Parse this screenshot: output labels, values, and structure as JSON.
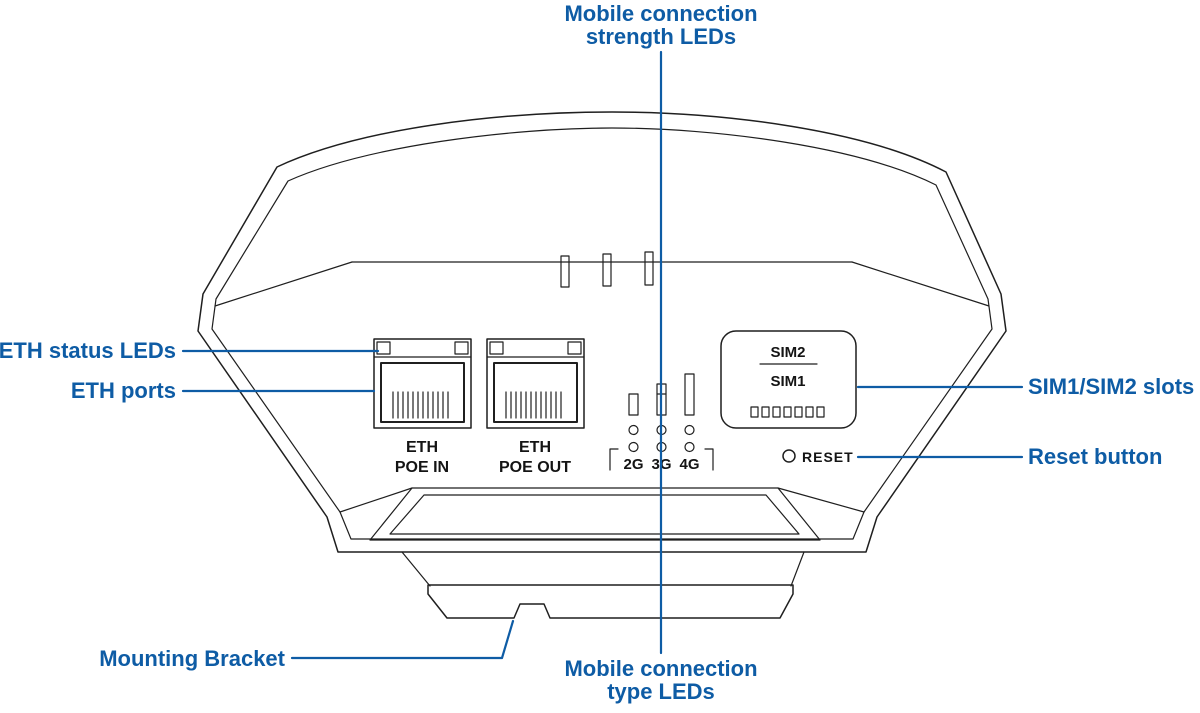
{
  "colors": {
    "accent_blue": "#0E5CA5",
    "line_black": "#1F1F1F",
    "background": "#FFFFFF"
  },
  "callouts": {
    "mobile_strength_line1": "Mobile connection",
    "mobile_strength_line2": "strength LEDs",
    "eth_status": "ETH status LEDs",
    "eth_ports": "ETH ports",
    "sim_slots": "SIM1/SIM2 slots",
    "reset": "Reset button",
    "mounting_bracket": "Mounting Bracket",
    "mobile_type_line1": "Mobile connection",
    "mobile_type_line2": "type LEDs"
  },
  "device": {
    "port1_line1": "ETH",
    "port1_line2": "POE IN",
    "port2_line1": "ETH",
    "port2_line2": "POE OUT",
    "led_2g": "2G",
    "led_3g": "3G",
    "led_4g": "4G",
    "sim_top": "SIM2",
    "sim_bottom": "SIM1",
    "reset": "RESET"
  }
}
